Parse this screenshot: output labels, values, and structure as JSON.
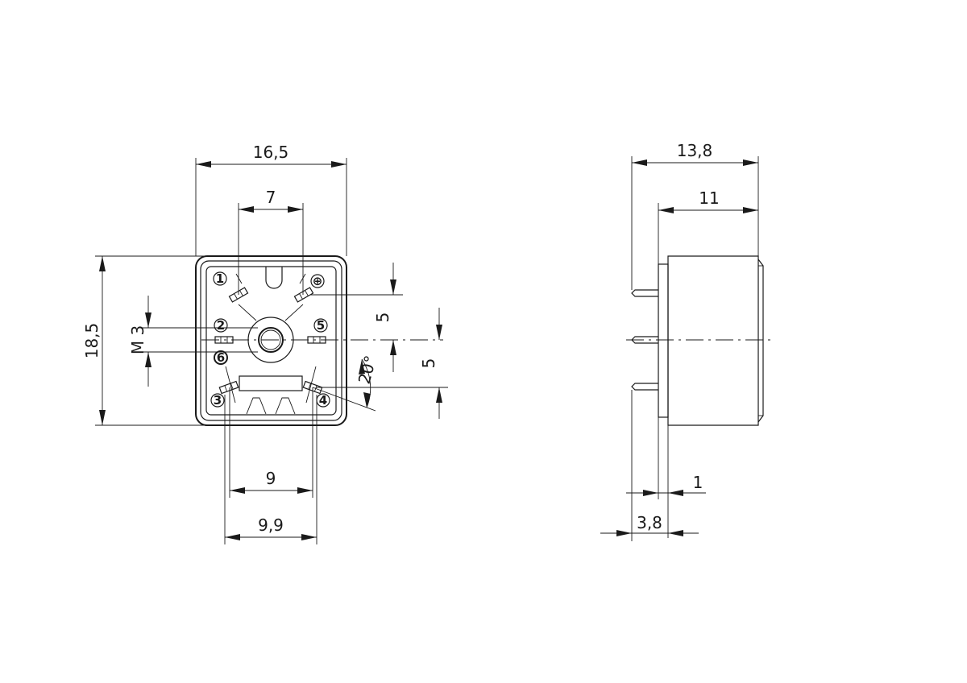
{
  "front_view": {
    "width_label": "16,5",
    "pin_spacing_top_label": "7",
    "height_label": "18,5",
    "thread_label": "M 3",
    "vert_spacing_upper_label": "5",
    "vert_spacing_lower_label": "5",
    "angle_label": "20°",
    "bottom_inner_label": "9",
    "bottom_outer_label": "9,9",
    "pins": {
      "p1": "1",
      "p2": "2",
      "p3": "3",
      "p4": "4",
      "p5": "5",
      "p6": "6",
      "earth": "⊕"
    }
  },
  "side_view": {
    "total_depth_label": "13,8",
    "body_depth_label": "11",
    "flange_label": "1",
    "pin_length_label": "3,8"
  }
}
